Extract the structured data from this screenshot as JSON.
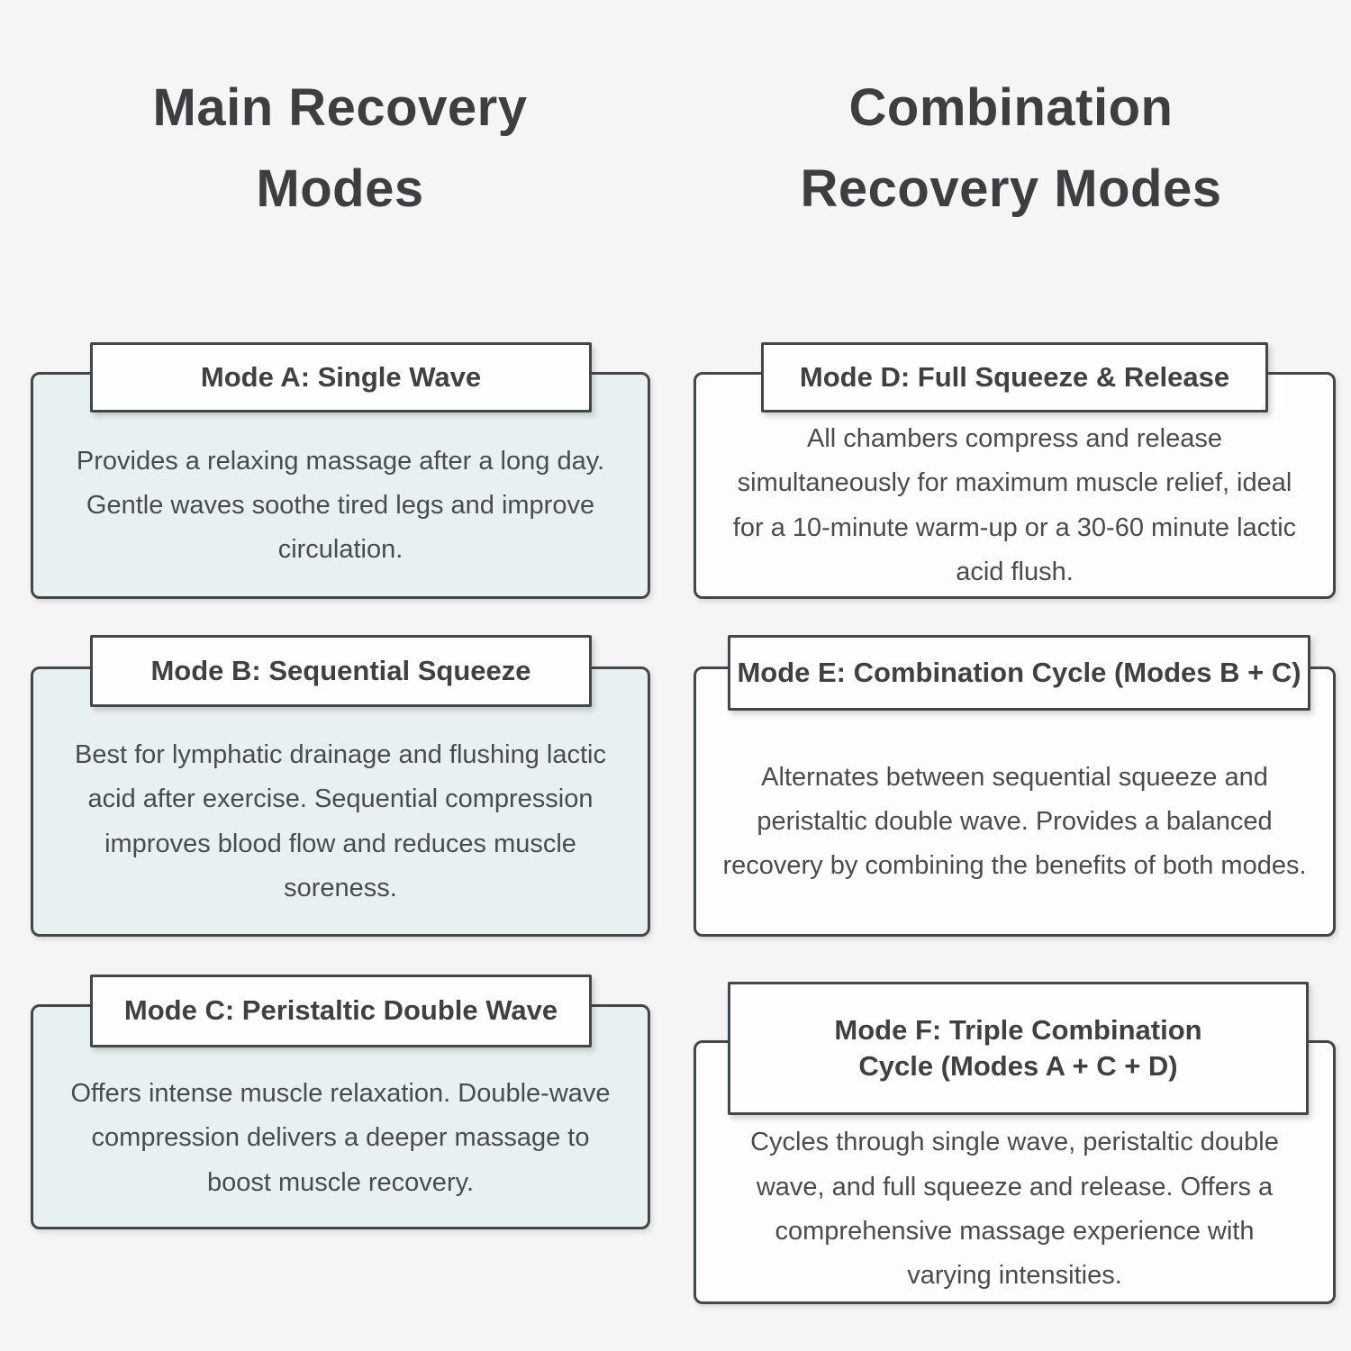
{
  "page": {
    "background_color": "#f5f5f6",
    "border_color": "#44474a",
    "left_card_bg": "#e8f1f2",
    "right_card_bg": "#fdfdfd",
    "header_bg": "#fefefe",
    "text_color": "#4a4b4d"
  },
  "left": {
    "title_line1": "Main Recovery",
    "title_line2": "Modes",
    "cards": [
      {
        "header": "Mode A: Single Wave",
        "body": "Provides a relaxing massage after a long day. Gentle waves soothe tired legs and improve circulation."
      },
      {
        "header": "Mode B: Sequential Squeeze",
        "body": "Best for lymphatic drainage and flushing lactic acid after exercise. Sequential compression improves blood flow and reduces muscle soreness."
      },
      {
        "header": "Mode C: Peristaltic Double Wave",
        "body": "Offers intense muscle relaxation. Double-wave compression delivers a deeper massage to boost muscle recovery."
      }
    ]
  },
  "right": {
    "title_line1": "Combination",
    "title_line2": "Recovery Modes",
    "cards": [
      {
        "header": "Mode D: Full Squeeze & Release",
        "body": "All chambers compress and release simultaneously for maximum muscle relief, ideal for a 10-minute warm-up or a 30-60 minute lactic acid flush."
      },
      {
        "header": "Mode E: Combination Cycle (Modes B + C)",
        "body": "Alternates between sequential squeeze and peristaltic double wave. Provides a balanced recovery by combining the benefits of both modes."
      },
      {
        "header_lines": [
          "Mode F: Triple Combination",
          "Cycle (Modes A + C + D)"
        ],
        "body": "Cycles through single wave, peristaltic double wave, and full squeeze and release. Offers a comprehensive massage experience with varying intensities."
      }
    ]
  }
}
